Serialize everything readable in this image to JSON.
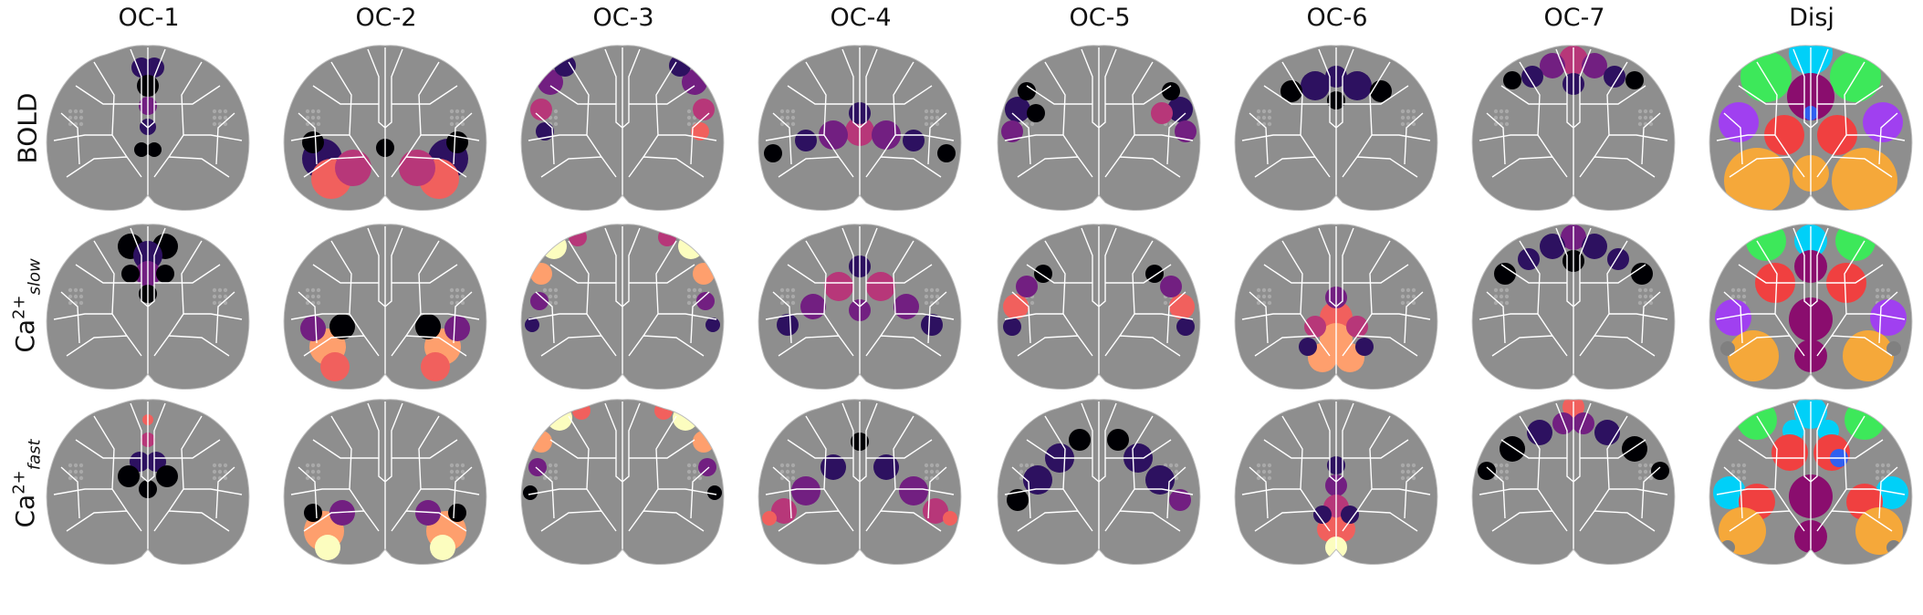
{
  "figure": {
    "columns": [
      {
        "title": "OC-1"
      },
      {
        "title": "OC-2"
      },
      {
        "title": "OC-3"
      },
      {
        "title": "OC-4"
      },
      {
        "title": "OC-5"
      },
      {
        "title": "OC-6"
      },
      {
        "title": "OC-7"
      },
      {
        "title": "Disj"
      }
    ],
    "rows": [
      {
        "label": "BOLD",
        "label_base": "",
        "label_sup": "",
        "label_sub": ""
      },
      {
        "label": "",
        "label_base": "Ca",
        "label_sup": "2+",
        "label_sub": "slow"
      },
      {
        "label": "",
        "label_base": "Ca",
        "label_sup": "2+",
        "label_sub": "fast"
      }
    ],
    "icons": {
      "cell": "mouse-cortex-brain-map"
    },
    "colors": {
      "background": "#ffffff",
      "cortex": "#8e8e8e",
      "boundaries": "#ffffff",
      "colormap": [
        "#000004",
        "#2d1160",
        "#721f81",
        "#b73779",
        "#f1605d",
        "#fe9f6d",
        "#fcfdbf"
      ],
      "disjoint": [
        "#00d0f8",
        "#3de85a",
        "#8a0d6e",
        "#a040f0",
        "#f04040",
        "#f5a83a",
        "#3060f0",
        "#808080"
      ]
    }
  }
}
